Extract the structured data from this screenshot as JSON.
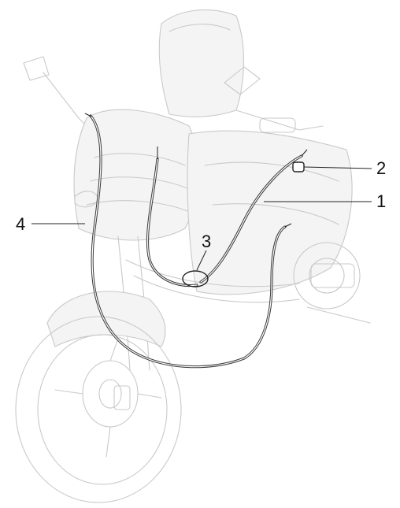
{
  "callouts": [
    {
      "id": "1",
      "label": "1"
    },
    {
      "id": "2",
      "label": "2"
    },
    {
      "id": "3",
      "label": "3"
    },
    {
      "id": "4",
      "label": "4"
    }
  ],
  "colors": {
    "background": "#ffffff",
    "outline": "#c9c9c9",
    "cable": "#3a3a3a",
    "label": "#111111"
  }
}
